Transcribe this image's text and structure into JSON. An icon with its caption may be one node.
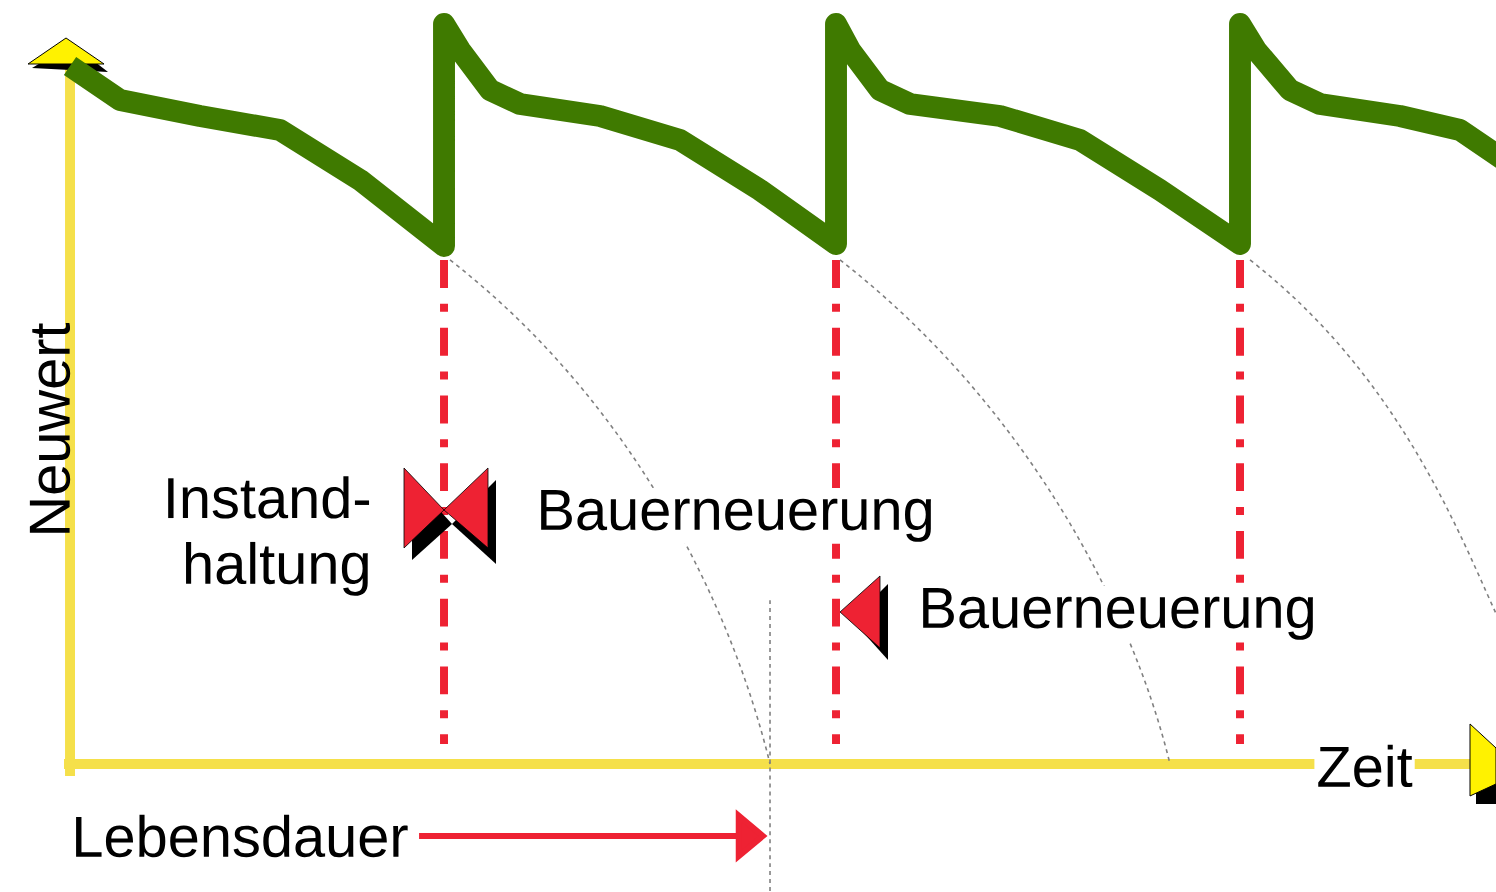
{
  "diagram": {
    "nodes": [
      {
        "text": [
          "Lebensdauer"
        ]
      },
      {
        "text": [],
        "shape": "line"
      }
    ],
    "edges": [
      {
        "from": 0,
        "to": 1,
        "arrow": "to",
        "color": "#ee2233"
      }
    ],
    "labels": [
      "Neuwert",
      "Instand-haltung",
      "Bauerneuerung",
      "Bauerneuerung",
      "Zeit"
    ]
  }
}
